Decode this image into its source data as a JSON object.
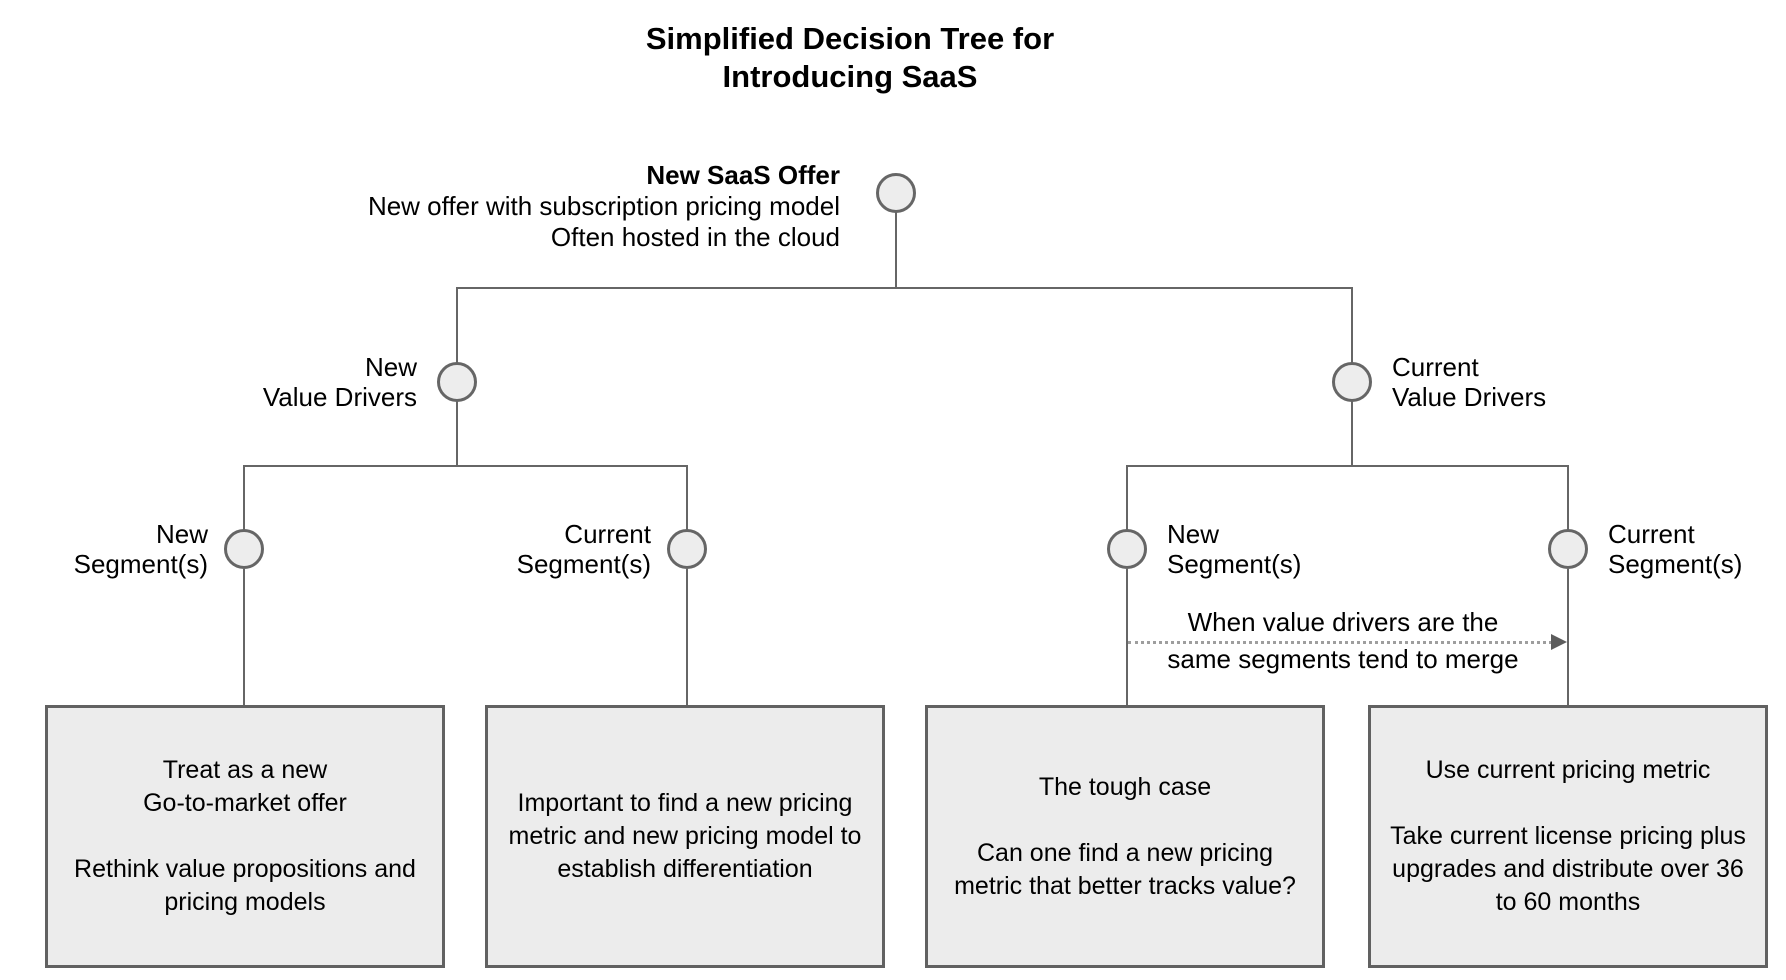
{
  "title": "Simplified Decision Tree for\nIntroducing SaaS",
  "colors": {
    "background": "#ffffff",
    "node_fill": "#ededed",
    "node_stroke": "#666666",
    "connector": "#666666",
    "box_fill": "#ececec",
    "box_border": "#616161",
    "dotted_arrow": "#9e9e9e",
    "text": "#000000"
  },
  "nodes": {
    "root": {
      "title": "New SaaS Offer",
      "subtitle": "New offer with subscription pricing model\nOften hosted in the cloud"
    },
    "new_value_drivers": "New\nValue Drivers",
    "current_value_drivers": "Current\nValue Drivers",
    "new_segments_left": "New\nSegment(s)",
    "current_segments_left": "Current\nSegment(s)",
    "new_segments_right": "New\nSegment(s)",
    "current_segments_right": "Current\nSegment(s)"
  },
  "annotation": {
    "text": "When value drivers are the\nsame segments tend to merge"
  },
  "outcomes": [
    "Treat as a new\nGo-to-market offer\n\nRethink value propositions and\npricing models",
    "Important to find a new pricing\nmetric and new pricing model to\nestablish differentiation",
    "The tough case\n\nCan one find a new pricing\nmetric that better tracks value?",
    "Use current pricing metric\n\nTake current license pricing plus\nupgrades and distribute over 36\nto 60 months"
  ]
}
